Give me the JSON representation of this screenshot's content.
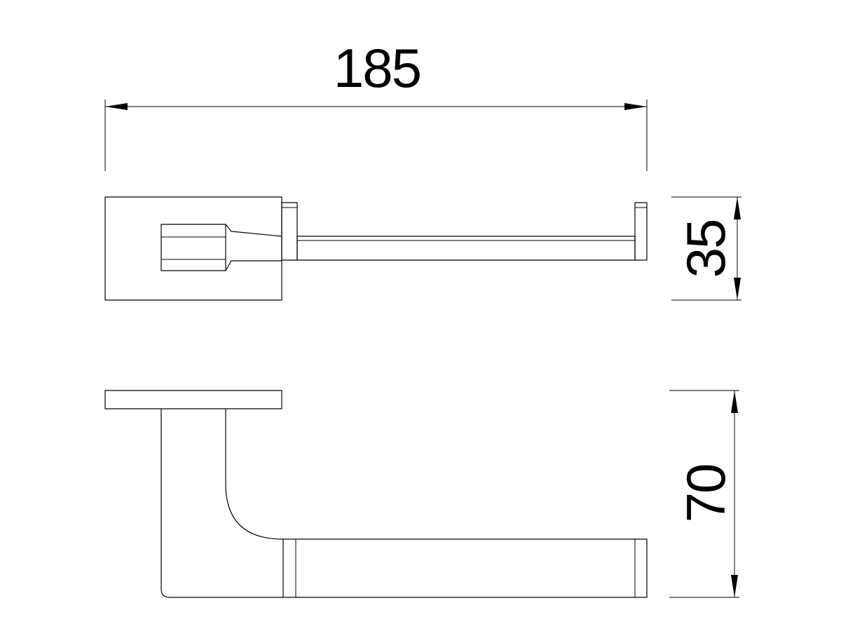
{
  "dimensions": {
    "width": "185",
    "depth": "35",
    "height": "70"
  }
}
